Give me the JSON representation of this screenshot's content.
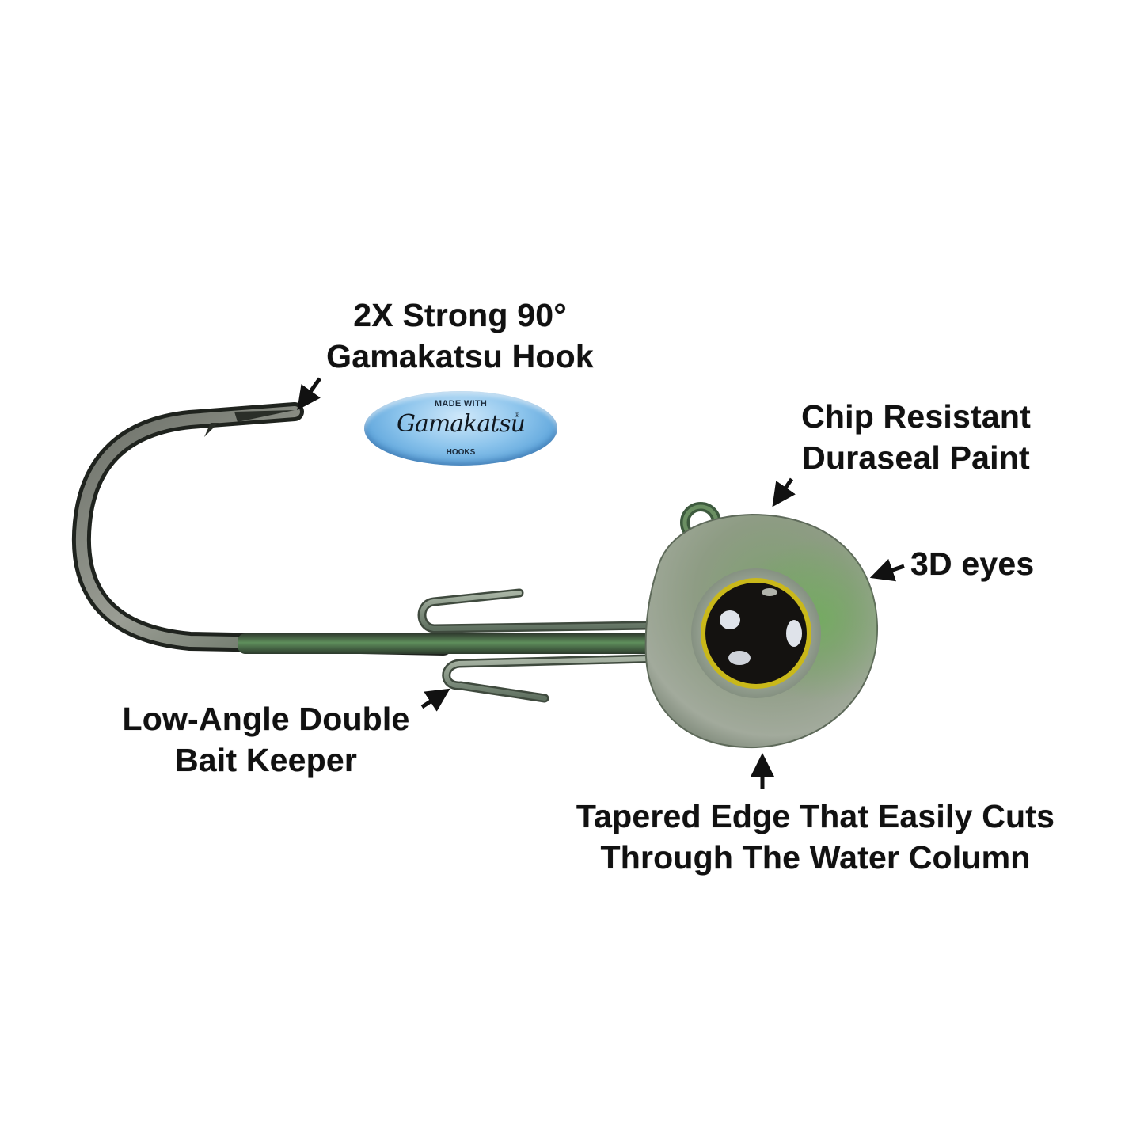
{
  "diagram": {
    "subject": "jig head with hook",
    "background_color": "#ffffff",
    "text_color": "#111111",
    "callouts": [
      {
        "id": "hook",
        "lines": [
          "2X Strong 90°",
          "Gamakatsu Hook"
        ],
        "arrow_direction": "down-left",
        "target": "hook point"
      },
      {
        "id": "paint",
        "lines": [
          "Chip Resistant",
          "Duraseal Paint"
        ],
        "arrow_direction": "down-left",
        "target": "top of jig head"
      },
      {
        "id": "eyes",
        "lines": [
          "3D eyes"
        ],
        "arrow_direction": "left",
        "target": "right side of jig head"
      },
      {
        "id": "keeper",
        "lines": [
          "Low-Angle Double",
          "Bait Keeper"
        ],
        "arrow_direction": "up-right",
        "target": "lower bait keeper barb"
      },
      {
        "id": "edge",
        "lines": [
          "Tapered Edge That Easily Cuts",
          "Through The Water Column"
        ],
        "arrow_direction": "up",
        "target": "bottom edge of jig head"
      }
    ],
    "logo": {
      "top_text": "MADE WITH",
      "brand_text": "Gamakatsu",
      "registered_mark": "®",
      "bottom_text": "HOOKS",
      "colors": {
        "light": "#cfe8fa",
        "mid": "#8cc4ec",
        "dark": "#3a86c4"
      }
    },
    "colors": {
      "hook_metal_dark": "#2a2e28",
      "hook_metal_light": "#8a8e84",
      "shank_green": "#3f6a44",
      "head_base": "#8f9a88",
      "head_green_sheen": "#5f8a56",
      "eye_ring": "#c9b81a",
      "eye_pupil": "#141210",
      "eye_flake": "#dfe3ea"
    }
  }
}
